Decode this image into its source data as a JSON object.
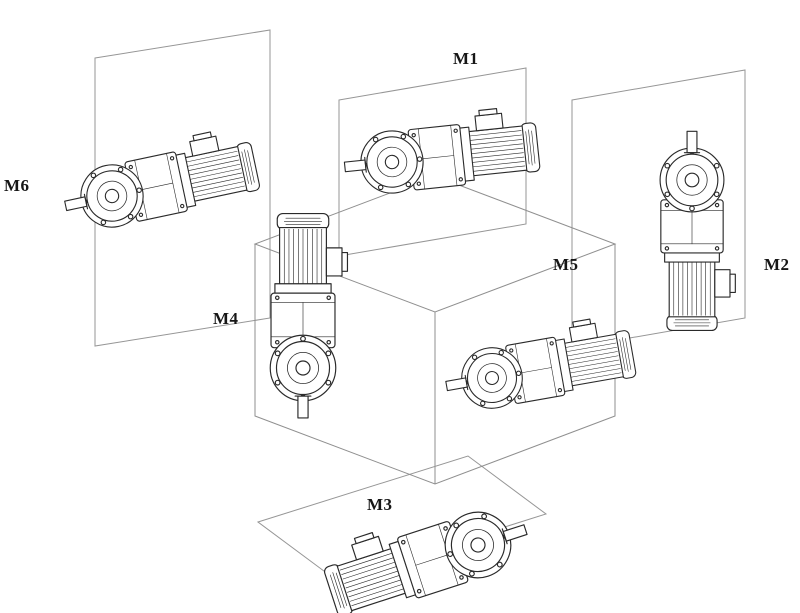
{
  "figure": {
    "positions": [
      {
        "id": "M1",
        "label": "M1"
      },
      {
        "id": "M2",
        "label": "M2"
      },
      {
        "id": "M3",
        "label": "M3"
      },
      {
        "id": "M4",
        "label": "M4"
      },
      {
        "id": "M5",
        "label": "M5"
      },
      {
        "id": "M6",
        "label": "M6"
      }
    ],
    "colors": {
      "ink": "#2a2a2a",
      "construction_lines": "#969696",
      "background": "#ffffff"
    }
  }
}
